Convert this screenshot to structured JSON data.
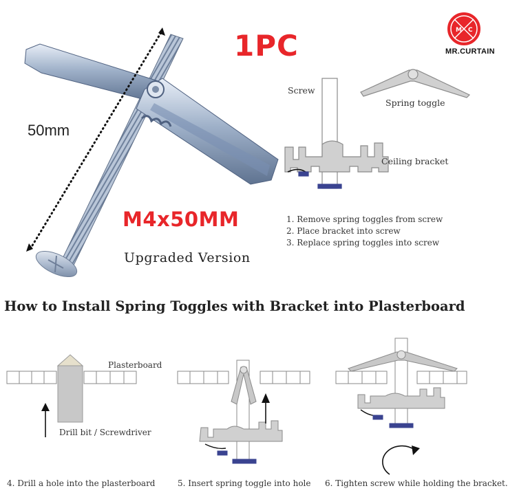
{
  "brand": {
    "logo_letters": [
      "M",
      "C"
    ],
    "name": "MR.CURTAIN",
    "color": "#e8262a"
  },
  "product": {
    "quantity": "1PC",
    "length_label": "50mm",
    "size": "M4x50MM",
    "version": "Upgraded Version"
  },
  "parts_diagram": {
    "screw_label": "Screw",
    "toggle_label": "Spring toggle",
    "bracket_label": "Ceiling bracket",
    "steps": [
      "1. Remove spring toggles from screw",
      "2. Place bracket into screw",
      "3. Replace spring toggles into screw"
    ]
  },
  "install": {
    "title": "How to Install Spring Toggles with Bracket into Plasterboard",
    "plasterboard_label": "Plasterboard",
    "tool_label": "Drill bit / Screwdriver",
    "steps": [
      "4. Drill a hole into the plasterboard",
      "5. Insert spring toggle into hole",
      "6. Tighten screw while holding the bracket."
    ]
  },
  "colors": {
    "accent": "#e8262a",
    "metal": "#b9c6d8",
    "diagram_grey": "#c8c8c8",
    "navy": "#3a4390"
  }
}
